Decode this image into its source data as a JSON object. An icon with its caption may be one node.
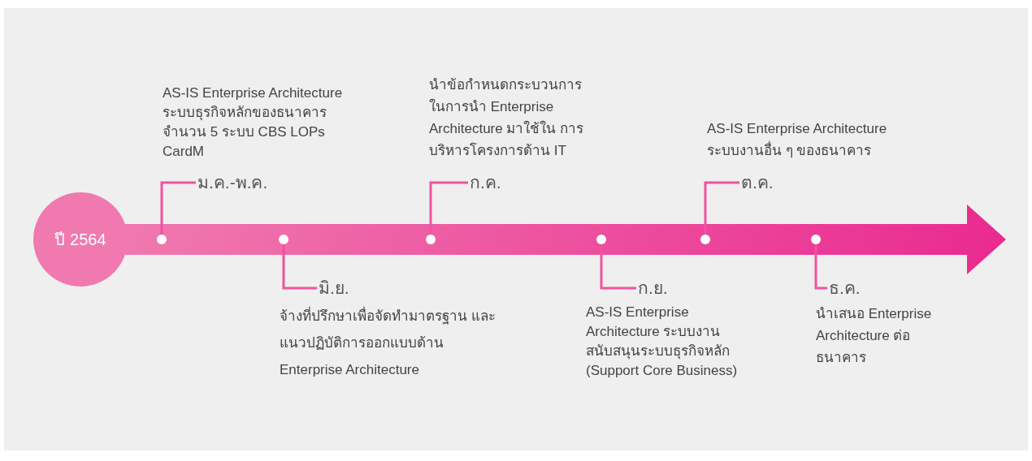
{
  "diagram": {
    "nodes": [
      {
        "text": [
          "ปี 2564"
        ]
      },
      {
        "text": [],
        "shape": "circle"
      },
      {
        "text": [],
        "shape": "circle"
      },
      {
        "text": [],
        "shape": "circle"
      },
      {
        "text": [],
        "shape": "circle"
      },
      {
        "text": [],
        "shape": "circle"
      },
      {
        "text": [],
        "shape": "circle"
      },
      {
        "text": [
          "ม.ค.-พ.ค."
        ],
        "beside": [
          "AS-IS Enterprise Architecture ระบบธุรกิจหลักของธนาคาร จำนวน 5 ระบบ CBS LOPs CardM"
        ]
      },
      {
        "text": [
          "มิ.ย."
        ],
        "beside": [
          "จ้างที่ปรึกษาเพื่อจัดทำมาตรฐาน และแนวปฏิบัติการออกแบบด้าน Enterprise Architecture"
        ]
      },
      {
        "text": [
          "ก.ค."
        ],
        "beside": [
          "นำข้อกำหนดกระบวนการ ในการนำ Enterprise Architecture มาใช้ใน การบริหารโครงการด้าน IT"
        ]
      },
      {
        "text": [
          "ก.ย."
        ],
        "beside": [
          "AS-IS Enterprise Architecture ระบบงาน สนับสนุนระบบธุรกิจหลัก (Support Core Business)"
        ]
      },
      {
        "text": [
          "ต.ค."
        ],
        "beside": [
          "AS-IS Enterprise Architecture ระบบงานอื่น ๆ ของธนาคาร"
        ]
      },
      {
        "text": [
          "ธ.ค."
        ],
        "beside": [
          "นำเสนอ Enterprise Architecture ต่อธนาคาร"
        ]
      }
    ],
    "edges": [
      {
        "from": 1,
        "to": 7,
        "arrow": "none"
      },
      {
        "from": 2,
        "to": 8,
        "arrow": "none"
      },
      {
        "from": 3,
        "to": 9,
        "arrow": "none"
      },
      {
        "from": 4,
        "to": 10,
        "arrow": "none"
      },
      {
        "from": 5,
        "to": 11,
        "arrow": "none"
      },
      {
        "from": 6,
        "to": 12,
        "arrow": "none"
      }
    ]
  }
}
